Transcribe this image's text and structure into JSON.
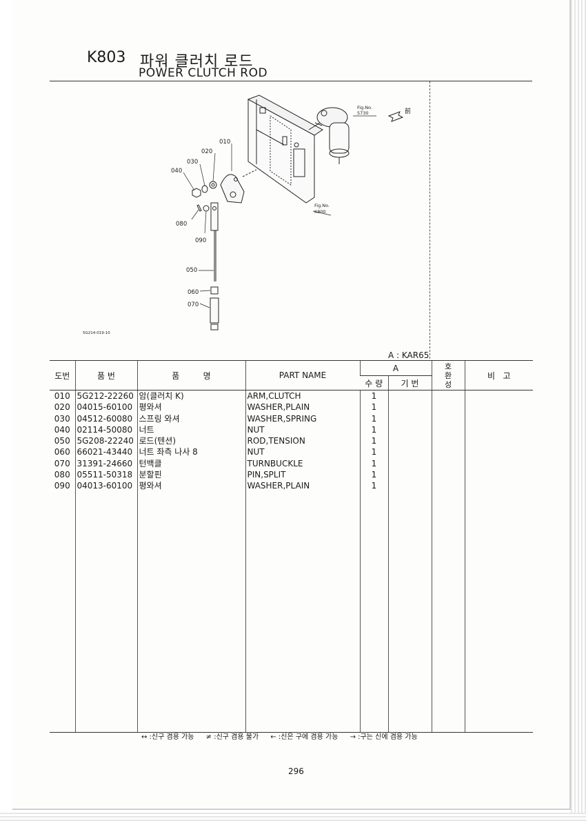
{
  "header": {
    "code": "K803",
    "title_ko": "파워 클러치 로드",
    "title_en": "POWER CLUTCH ROD"
  },
  "diagram": {
    "fig_label": "Fig.No.",
    "fig_ref_top": "5730",
    "fig_ref_side": "K800",
    "front_mark": "前",
    "drawing_no": "5G214-019-10",
    "callouts": [
      "010",
      "020",
      "030",
      "040",
      "050",
      "060",
      "070",
      "080",
      "090"
    ]
  },
  "variant_note": "A : KAR65",
  "table": {
    "headers": {
      "ref": "도번",
      "part_no": "품   번",
      "name_ko": "품         명",
      "part_name": "PART NAME",
      "group_a": "A",
      "qty": "수 량",
      "base": "기 번",
      "compat": "호\n환\n성",
      "remarks": "비   고"
    },
    "rows": [
      {
        "ref": "010",
        "part_no": "5G212-22260",
        "name_ko": "암(클러치 K)",
        "name_en": "ARM,CLUTCH",
        "qty": "1"
      },
      {
        "ref": "020",
        "part_no": "04015-60100",
        "name_ko": "평와셔",
        "name_en": "WASHER,PLAIN",
        "qty": "1"
      },
      {
        "ref": "030",
        "part_no": "04512-60080",
        "name_ko": "스프링 와셔",
        "name_en": "WASHER,SPRING",
        "qty": "1"
      },
      {
        "ref": "040",
        "part_no": "02114-50080",
        "name_ko": "너트",
        "name_en": "NUT",
        "qty": "1"
      },
      {
        "ref": "050",
        "part_no": "5G208-22240",
        "name_ko": "로드(텐션)",
        "name_en": "ROD,TENSION",
        "qty": "1"
      },
      {
        "ref": "060",
        "part_no": "66021-43440",
        "name_ko": "너트 좌측 나사 8",
        "name_en": "NUT",
        "qty": "1"
      },
      {
        "ref": "070",
        "part_no": "31391-24660",
        "name_ko": "턴백클",
        "name_en": "TURNBUCKLE",
        "qty": "1"
      },
      {
        "ref": "080",
        "part_no": "05511-50318",
        "name_ko": "분할핀",
        "name_en": "PIN,SPLIT",
        "qty": "1"
      },
      {
        "ref": "090",
        "part_no": "04013-60100",
        "name_ko": "평와셔",
        "name_en": "WASHER,PLAIN",
        "qty": "1"
      }
    ]
  },
  "legend": [
    "↔ :신구 겸용 가능",
    "≠ :신구 겸용 불가",
    "← :신은 구에 겸용 가능",
    "→ :구는 신에 겸용 가능"
  ],
  "page_number": "296"
}
